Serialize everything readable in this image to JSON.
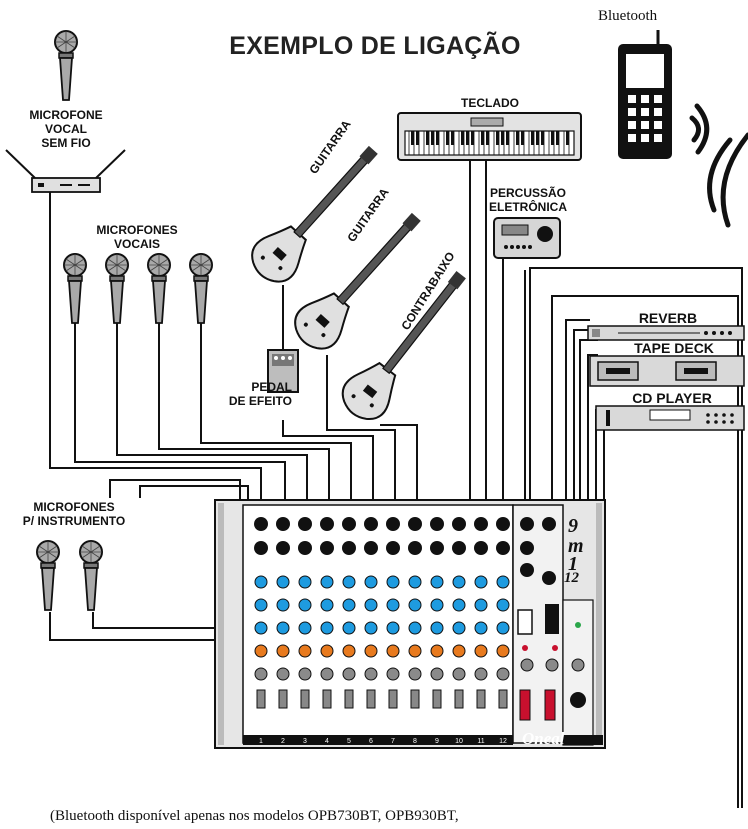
{
  "title": "EXEMPLO DE LIGAÇÃO",
  "bluetooth_label": "Bluetooth",
  "labels": {
    "wireless_mic": [
      "MICROFONE",
      "VOCAL",
      "SEM FIO"
    ],
    "vocal_mics": [
      "MICROFONES",
      "VOCAIS"
    ],
    "instrument_mics": [
      "MICROFONES",
      "P/ INSTRUMENTO"
    ],
    "pedal": [
      "PEDAL",
      "DE EFEITO"
    ],
    "keyboard": "TECLADO",
    "percussion": [
      "PERCUSSÃO",
      "ELETRÔNICA"
    ],
    "guitar1": "GUITARRA",
    "guitar2": "GUITARRA",
    "bass": "CONTRABAIXO",
    "reverb": "REVERB",
    "tape_deck": "TAPE DECK",
    "cd_player": "CD PLAYER"
  },
  "mixer": {
    "brand": "Oneal",
    "model_digits": [
      "9",
      "m",
      "1",
      "12"
    ],
    "channel_numbers": [
      "1",
      "2",
      "3",
      "4",
      "5",
      "6",
      "7",
      "8",
      "9",
      "10",
      "11",
      "12"
    ]
  },
  "colors": {
    "knob_blue": "#1e9be0",
    "knob_orange": "#e87a1e",
    "knob_gray": "#8a8a8a",
    "panel": "#e6e6e6",
    "fader_red": "#c8102e",
    "device_gray": "#d0d0d0"
  },
  "footnote": "(Bluetooth disponível apenas nos modelos OPB730BT, OPB930BT,"
}
